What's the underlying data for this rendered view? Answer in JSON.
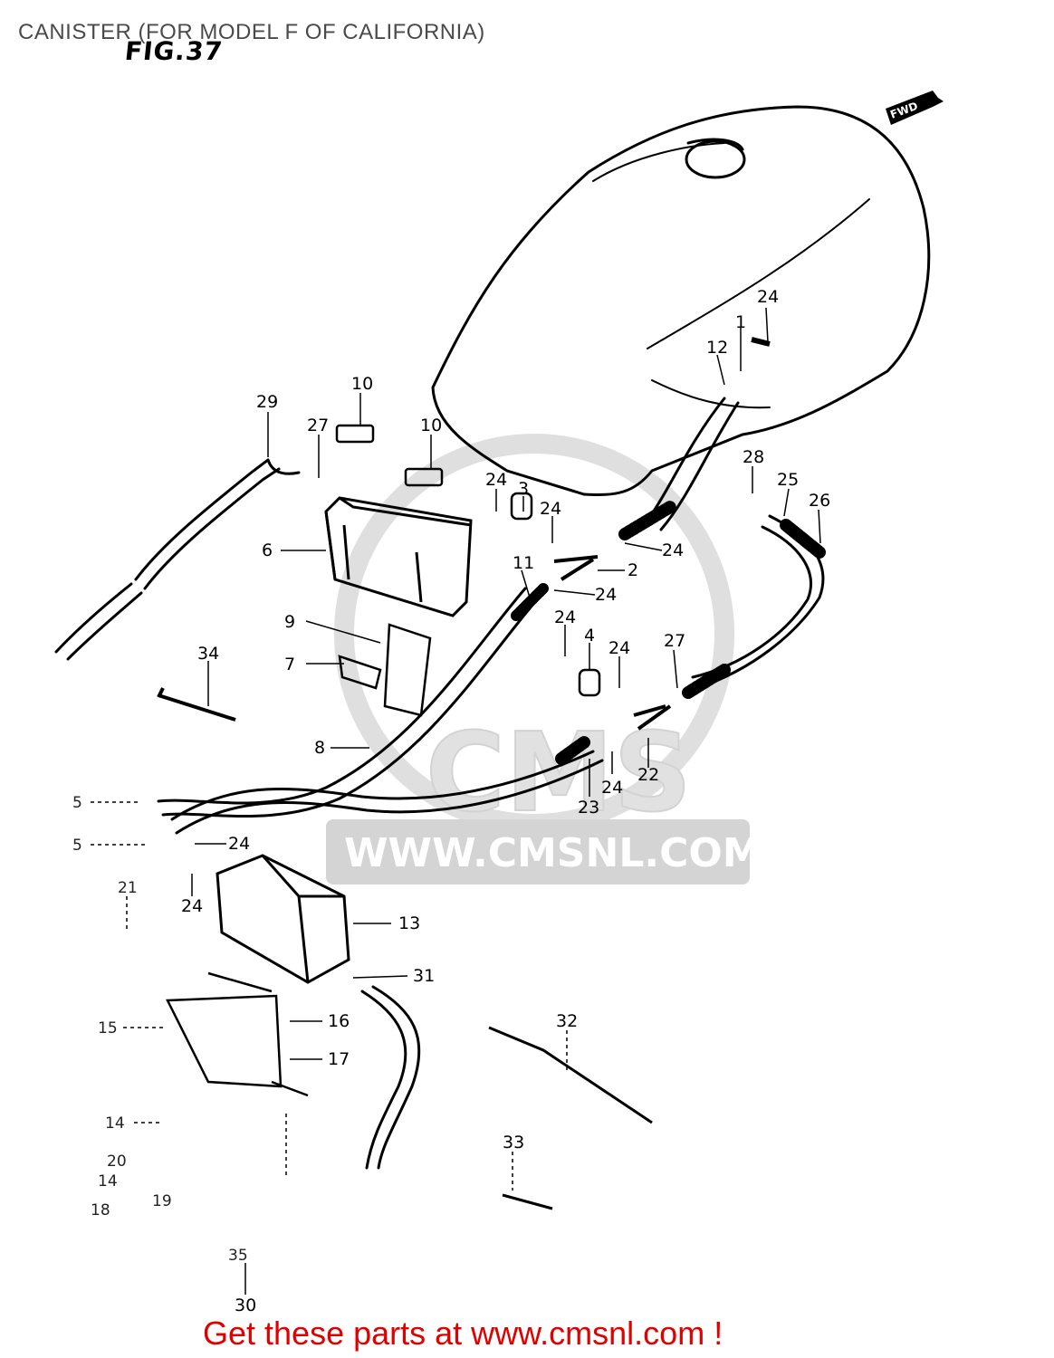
{
  "title": "CANISTER (FOR MODEL F OF CALIFORNIA)",
  "figure_label": "FIG.37",
  "fwd_label": "FWD",
  "watermark": {
    "site": "WWW.CMSNL.COM",
    "logo_text": "CMS"
  },
  "callouts": {
    "c1": "1",
    "c2": "2",
    "c3": "3",
    "c4": "4",
    "c5a": "5",
    "c5b": "5",
    "c6": "6",
    "c7": "7",
    "c8": "8",
    "c9": "9",
    "c10a": "10",
    "c10b": "10",
    "c11": "11",
    "c12": "12",
    "c13": "13",
    "c14": "14",
    "c14b": "14",
    "c15": "15",
    "c16": "16",
    "c17": "17",
    "c18": "18",
    "c19": "19",
    "c20": "20",
    "c21": "21",
    "c22": "22",
    "c23": "23",
    "c24a": "24",
    "c24b": "24",
    "c24c": "24",
    "c24d": "24",
    "c24e": "24",
    "c24f": "24",
    "c24g": "24",
    "c24h": "24",
    "c24i": "24",
    "c24j": "24",
    "c25": "25",
    "c26": "26",
    "c27a": "27",
    "c27b": "27",
    "c28": "28",
    "c29": "29",
    "c30": "30",
    "c31": "31",
    "c32": "32",
    "c33": "33",
    "c34": "34",
    "c35": "35"
  },
  "footer_text": "Get these parts at www.cmsnl.com !",
  "colors": {
    "footer": "#e00000",
    "title": "#4a4a4a",
    "line": "#000000",
    "watermark": "#d9d9d9"
  }
}
